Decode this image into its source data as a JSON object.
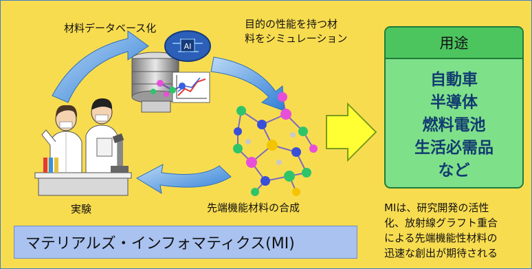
{
  "labels": {
    "database": "材料データベース化",
    "simulation_line1": "目的の性能を持つ材",
    "simulation_line2": "料をシミュレーション",
    "experiment": "実験",
    "synthesis": "先端機能材料の合成"
  },
  "ai_chip": "AI",
  "applications": {
    "header": "用途",
    "items": [
      "自動車",
      "半導体",
      "燃料電池",
      "生活必需品",
      "など"
    ]
  },
  "mi_title": "マテリアルズ・インフォマティクス(MI)",
  "note_lines": [
    "MIは、研究開発の活性",
    "化、放射線グラフト重合",
    "による先端機能性材料の",
    "迅速な創出が期待される"
  ],
  "colors": {
    "background": "#f8dc50",
    "cycle_arrow": "#4a90d9",
    "big_arrow": "#ffff33",
    "use_box": "#7fe08a",
    "use_header": "#4cc55f",
    "use_text": "#123c70",
    "mi_box": "#a9c2f0"
  },
  "icons": [
    "ai-brain-icon",
    "database-server-icon",
    "chart-icon",
    "molecule-icon",
    "researchers-icon",
    "microscope-icon"
  ]
}
